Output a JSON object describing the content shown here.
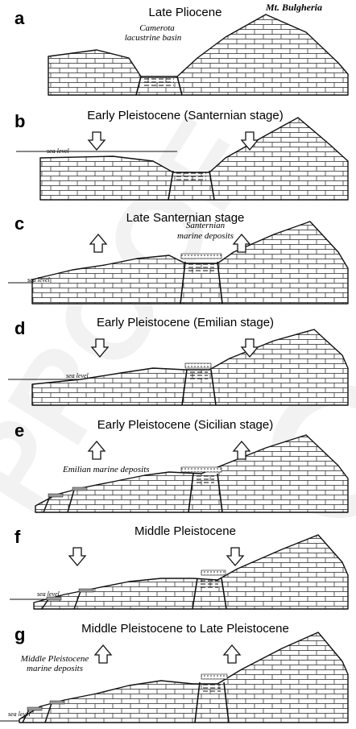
{
  "watermark": "PROOF",
  "panels": [
    {
      "letter": "a",
      "title": "Late Pliocene",
      "arrows": [],
      "labels": [
        {
          "text": "Mt. Bulgheria"
        },
        {
          "text": "Camerota"
        },
        {
          "text": "lacustrine basin"
        }
      ]
    },
    {
      "letter": "b",
      "title": "Early Pleistocene (Santernian stage)",
      "arrows": [
        "down",
        "down"
      ],
      "labels": [
        {
          "text": "sea level"
        }
      ]
    },
    {
      "letter": "c",
      "title": "Late Santernian stage",
      "arrows": [
        "up",
        "up"
      ],
      "labels": [
        {
          "text": "Santernian"
        },
        {
          "text": "marine deposits"
        },
        {
          "text": "sea level"
        }
      ]
    },
    {
      "letter": "d",
      "title": "Early Pleistocene (Emilian stage)",
      "arrows": [
        "down",
        "down"
      ],
      "labels": [
        {
          "text": "sea level"
        }
      ]
    },
    {
      "letter": "e",
      "title": "Early Pleistocene (Sicilian stage)",
      "arrows": [
        "up",
        "up"
      ],
      "labels": [
        {
          "text": "Emilian marine deposits"
        }
      ]
    },
    {
      "letter": "f",
      "title": "Middle Pleistocene",
      "arrows": [
        "down",
        "down"
      ],
      "labels": [
        {
          "text": "sea level"
        }
      ]
    },
    {
      "letter": "g",
      "title": "Middle Pleistocene to Late Pleistocene",
      "arrows": [
        "up",
        "up"
      ],
      "labels": [
        {
          "text": "Middle Pleistocene"
        },
        {
          "text": "marine deposits"
        },
        {
          "text": "sea level"
        }
      ]
    }
  ]
}
